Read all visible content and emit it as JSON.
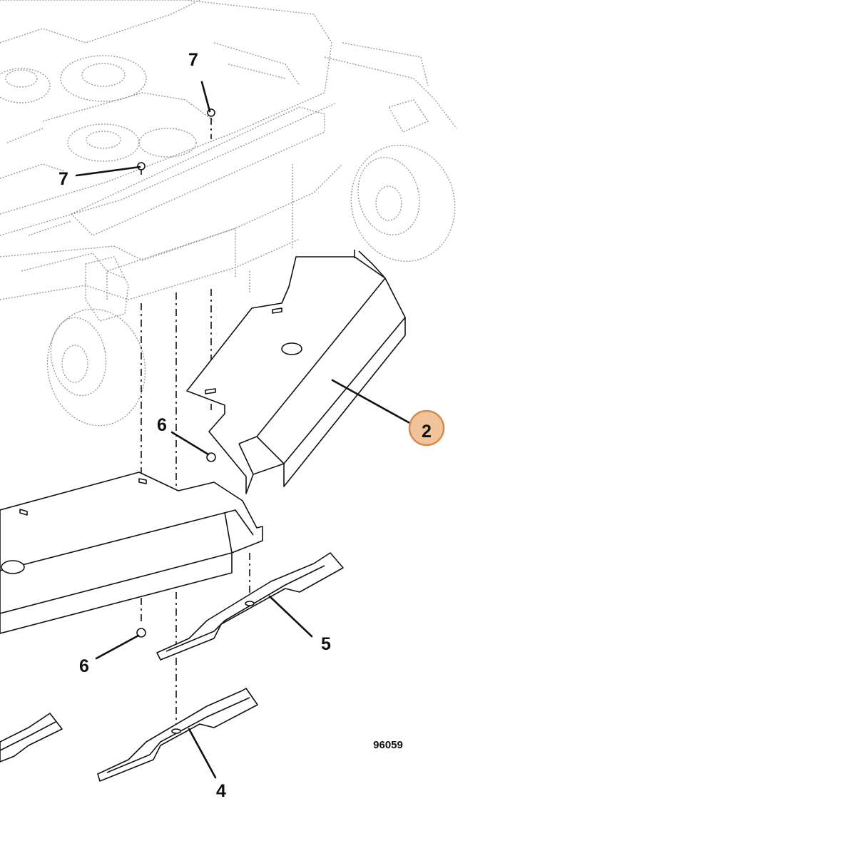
{
  "diagram": {
    "figure_id": "96059",
    "callouts": {
      "c2": "2",
      "c4": "4",
      "c5": "5",
      "c6_upper": "6",
      "c6_lower": "6",
      "c7_upper": "7",
      "c7_left": "7"
    },
    "highlight": {
      "callout": "2",
      "fill": "#f0c39a",
      "stroke": "#d98a4a"
    },
    "colors": {
      "line": "#111111",
      "ghost_line": "#9a9a9a",
      "background": "#ffffff"
    }
  }
}
